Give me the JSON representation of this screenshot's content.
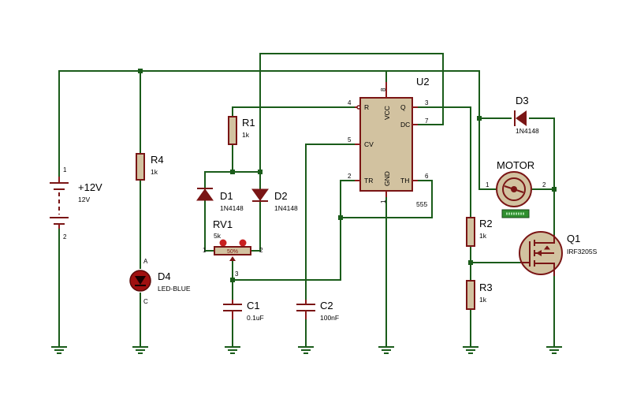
{
  "battery": {
    "ref": "+12V",
    "value": "12V",
    "pin_top": "1",
    "pin_bottom": "2"
  },
  "r4": {
    "ref": "R4",
    "value": "1k"
  },
  "d4": {
    "ref": "D4",
    "value": "LED-BLUE",
    "pin_a": "A",
    "pin_c": "C"
  },
  "r1": {
    "ref": "R1",
    "value": "1k"
  },
  "d1": {
    "ref": "D1",
    "value": "1N4148"
  },
  "d2": {
    "ref": "D2",
    "value": "1N4148"
  },
  "rv1": {
    "ref": "RV1",
    "value": "5k",
    "setting": "50%",
    "pin1": "1",
    "pin2": "2",
    "pin3": "3"
  },
  "c1": {
    "ref": "C1",
    "value": "0.1uF"
  },
  "c2": {
    "ref": "C2",
    "value": "100nF"
  },
  "u2": {
    "ref": "U2",
    "value": "555",
    "pins": {
      "r": "R",
      "cv": "CV",
      "tr": "TR",
      "vcc": "VCC",
      "gnd": "GND",
      "q": "Q",
      "dc": "DC",
      "th": "TH"
    },
    "pin_numbers": {
      "p1": "1",
      "p2": "2",
      "p3": "3",
      "p4": "4",
      "p5": "5",
      "p6": "6",
      "p7": "7",
      "p8": "8"
    }
  },
  "d3": {
    "ref": "D3",
    "value": "1N4148"
  },
  "motor": {
    "ref": "MOTOR",
    "pin1": "1",
    "pin2": "2"
  },
  "r2": {
    "ref": "R2",
    "value": "1k"
  },
  "r3": {
    "ref": "R3",
    "value": "1k"
  },
  "q1": {
    "ref": "Q1",
    "value": "IRF3205S"
  },
  "colors": {
    "wire": "#1a5c1a",
    "component_outline": "#7a1515",
    "component_fill": "#d2c2a0",
    "led_body": "#a01010",
    "motor_badge": "#2f8f2f"
  }
}
